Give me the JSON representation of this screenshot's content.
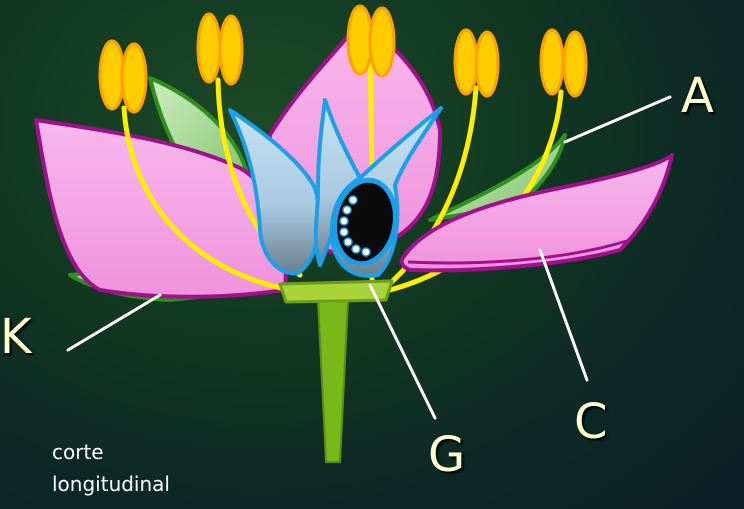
{
  "labels": {
    "a": "A",
    "c": "C",
    "g": "G",
    "k": "K"
  },
  "caption": {
    "line1": "corte",
    "line2": "longitudinal"
  },
  "colors": {
    "background": "#0f2f22",
    "petal_fill": "#f5a6e6",
    "petal_stroke": "#a0108c",
    "sepal_fill": "#a8dd90",
    "sepal_stroke": "#2f8f1f",
    "filament": "#ffee00",
    "anther": "#ffcc00",
    "carpel_fill": "#b8d8ee",
    "carpel_stroke": "#1aa0e8",
    "stem": "#7ab81a",
    "label_text": "#ffffcc",
    "leader_line": "#ffffff"
  }
}
